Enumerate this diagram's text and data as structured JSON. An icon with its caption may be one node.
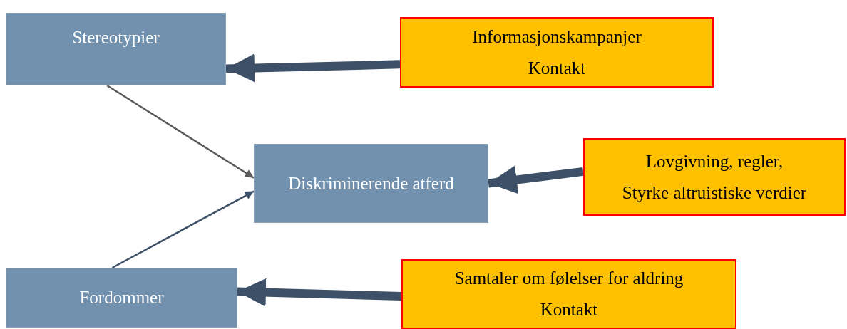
{
  "diagram": {
    "nodes": [
      {
        "text": [
          "Stereotypier"
        ]
      },
      {
        "text": [
          "Informasjonskampanjer",
          "Kontakt"
        ]
      },
      {
        "text": [
          "Diskriminerende atferd"
        ]
      },
      {
        "text": [
          "Lovgivning, regler,",
          "Styrke altruistiske verdier"
        ]
      },
      {
        "text": [
          "Fordommer"
        ]
      },
      {
        "text": [
          "Samtaler om følelser for aldring",
          "Kontakt"
        ]
      }
    ],
    "edges": [
      {
        "from": 1,
        "to": 0,
        "arrow": "to"
      },
      {
        "from": 0,
        "to": 2,
        "arrow": "to",
        "color": "#5a5a5a"
      },
      {
        "from": 3,
        "to": 2,
        "arrow": "to"
      },
      {
        "from": 4,
        "to": 2,
        "arrow": "to"
      },
      {
        "from": 5,
        "to": 4,
        "arrow": "to"
      }
    ]
  }
}
